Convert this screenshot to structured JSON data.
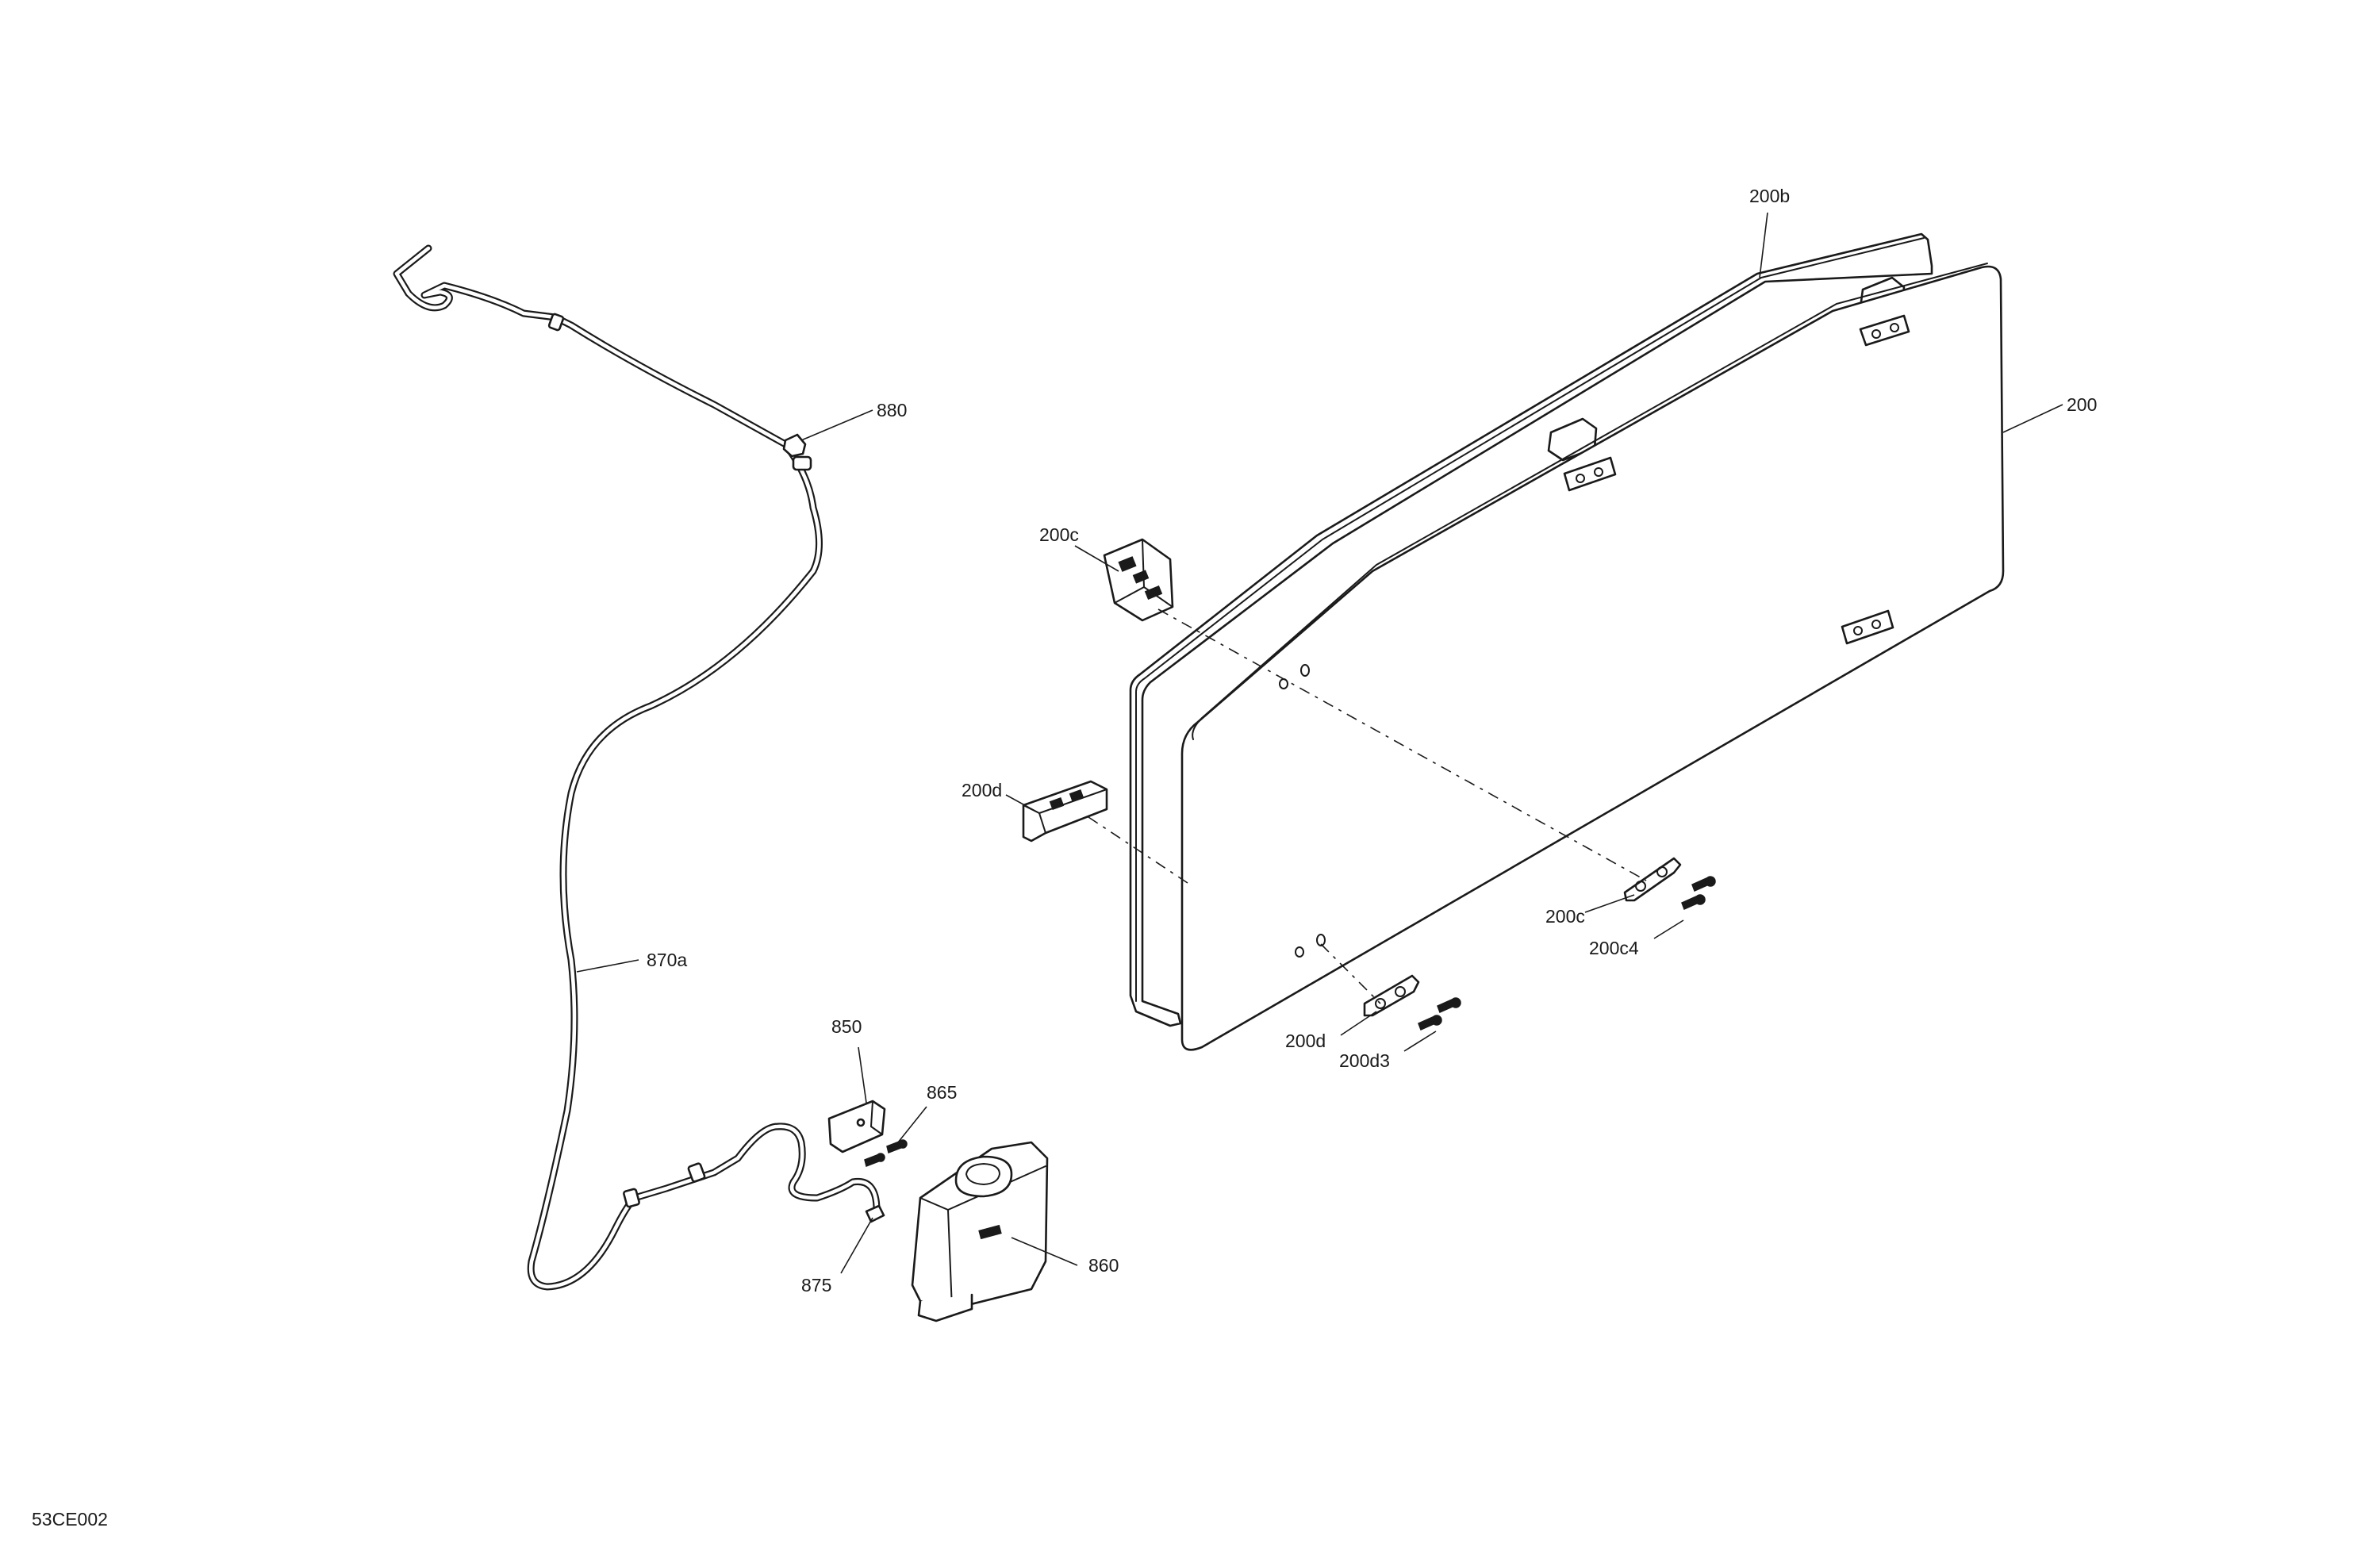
{
  "figure_id": "53CE002",
  "callouts": {
    "c200": "200",
    "c200b": "200b",
    "c200c_top": "200c",
    "c200c_bottom": "200c",
    "c200c4": "200c4",
    "c200d_left": "200d",
    "c200d_bottom": "200d",
    "c200d3": "200d3",
    "c880": "880",
    "c870a": "870a",
    "c850": "850",
    "c865": "865",
    "c875": "875",
    "c860": "860"
  }
}
